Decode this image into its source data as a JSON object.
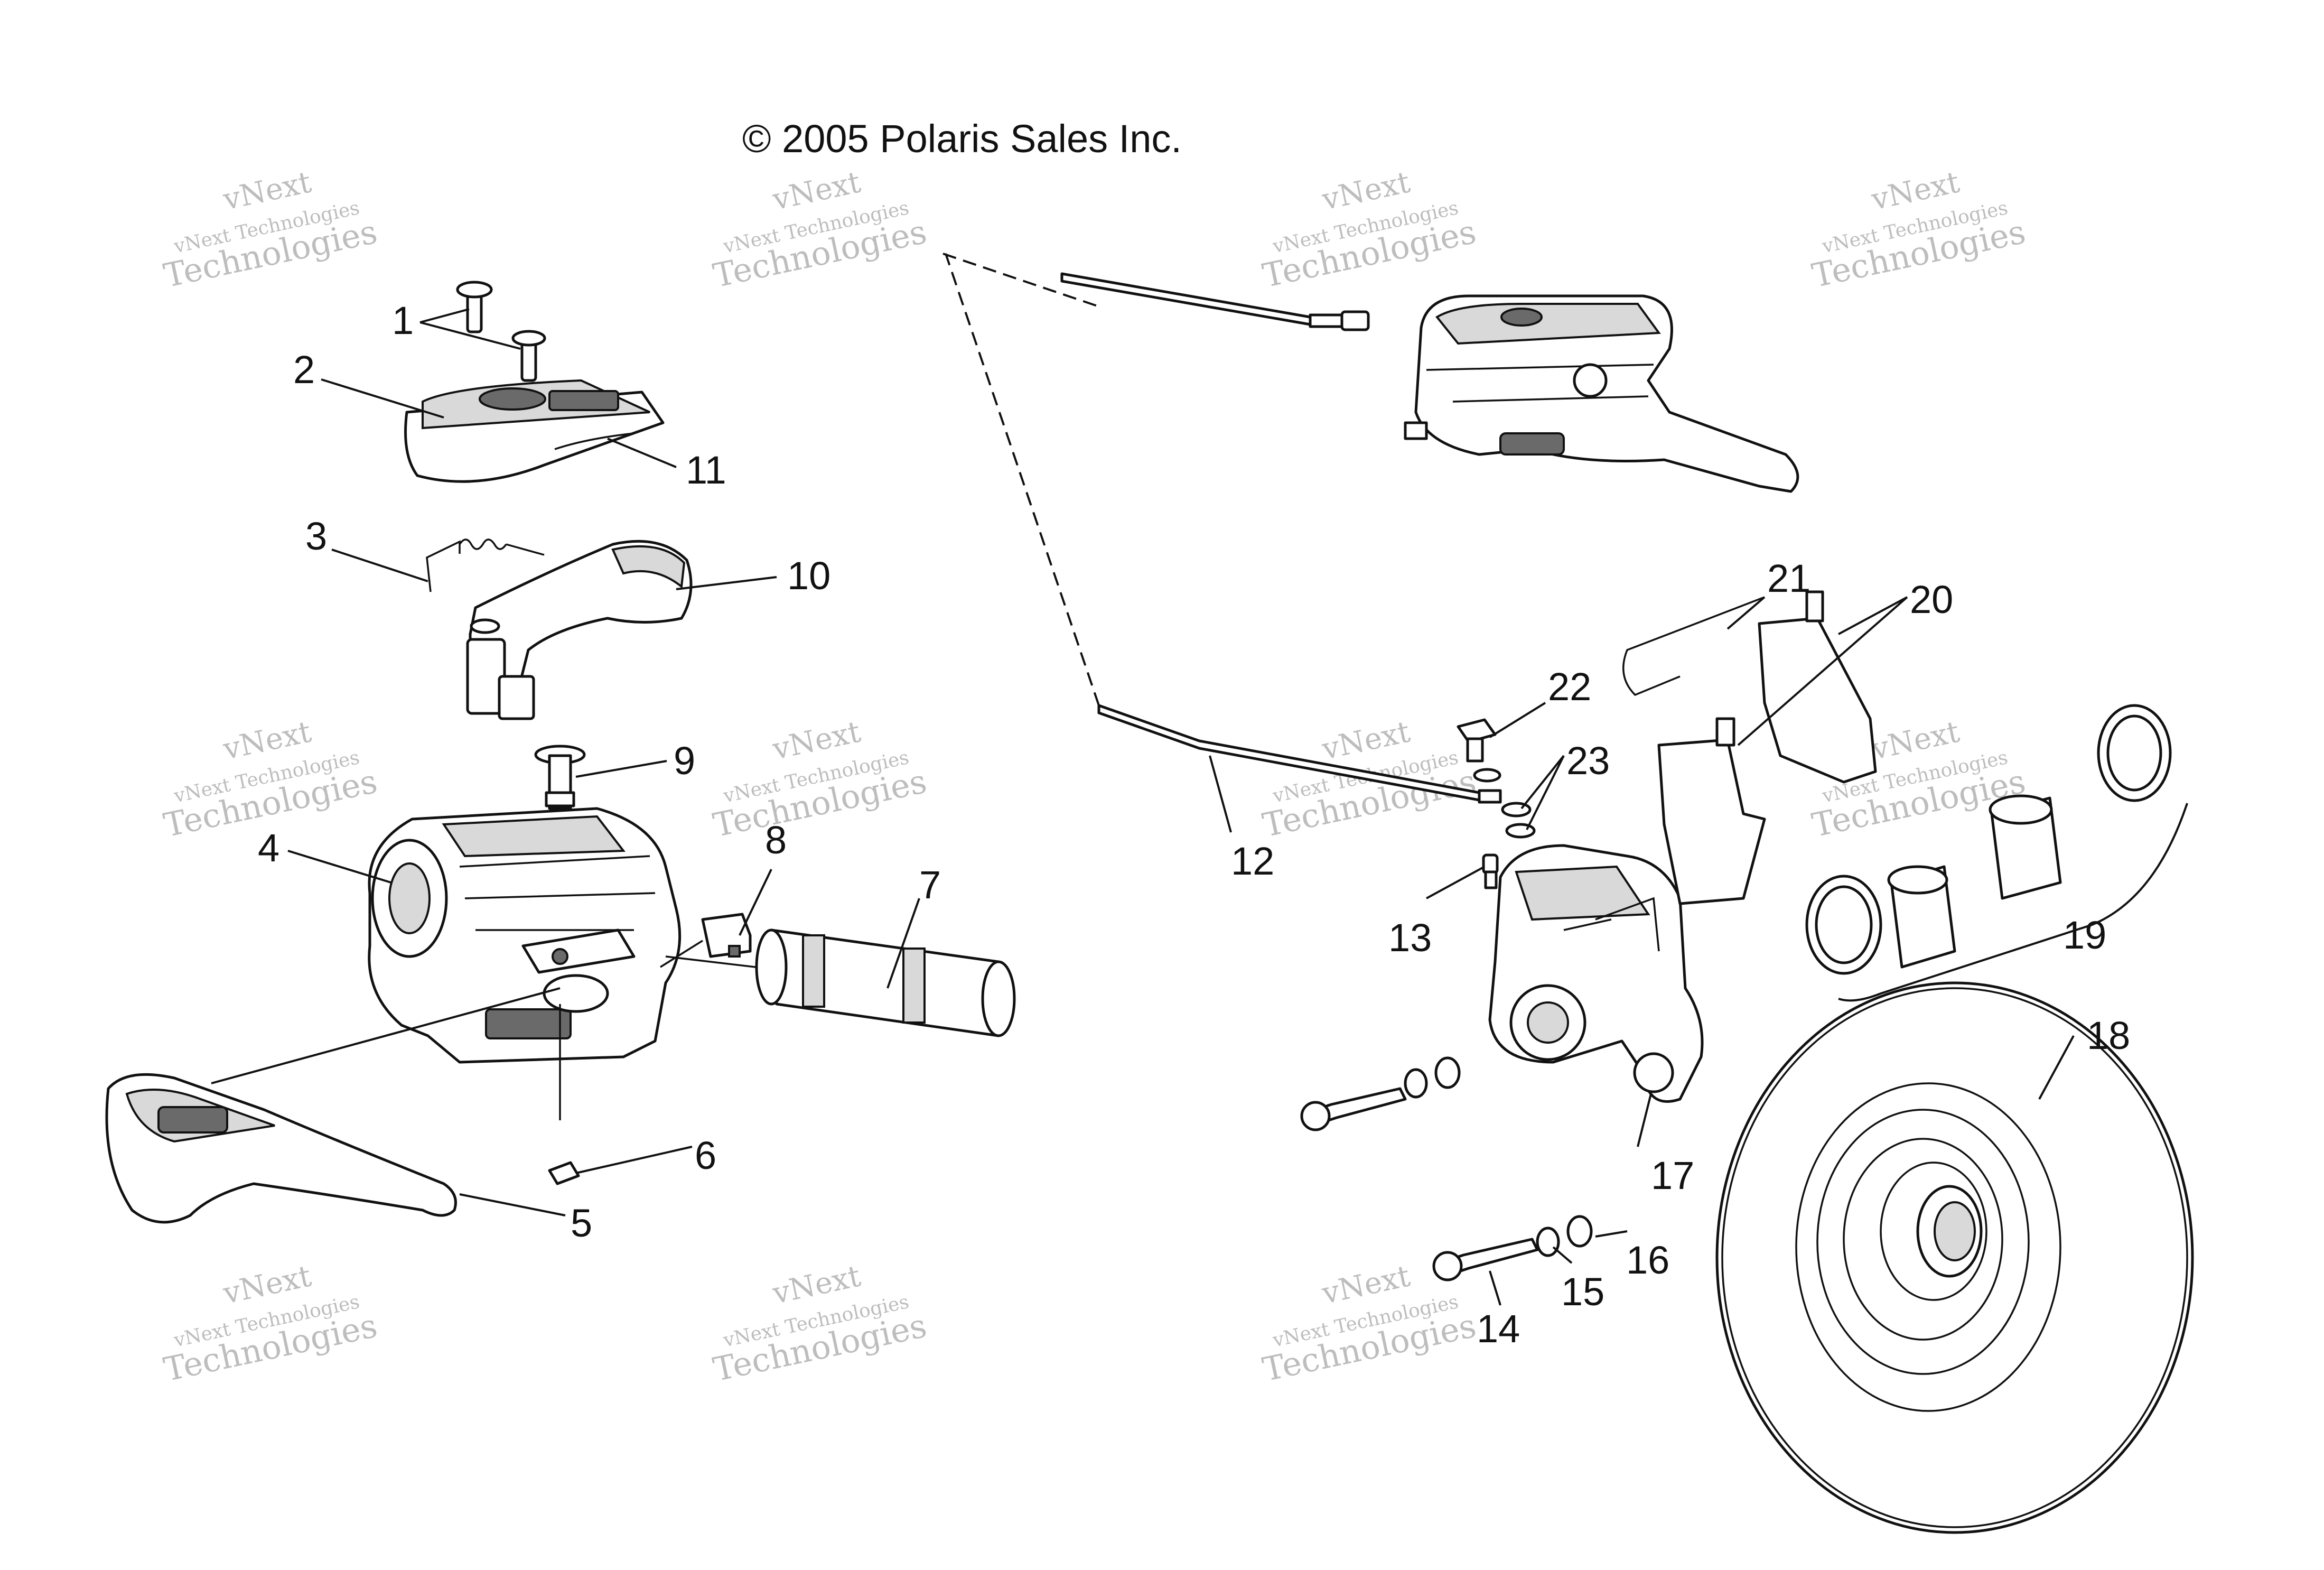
{
  "copyright": "© 2005 Polaris Sales Inc.",
  "watermark": {
    "line1": "vNext",
    "line2": "vNext Technologies",
    "line3": "Technologies"
  },
  "callouts": [
    "1",
    "2",
    "3",
    "4",
    "5",
    "6",
    "7",
    "8",
    "9",
    "10",
    "11",
    "12",
    "13",
    "14",
    "15",
    "16",
    "17",
    "18",
    "19",
    "20",
    "21",
    "22",
    "23"
  ]
}
